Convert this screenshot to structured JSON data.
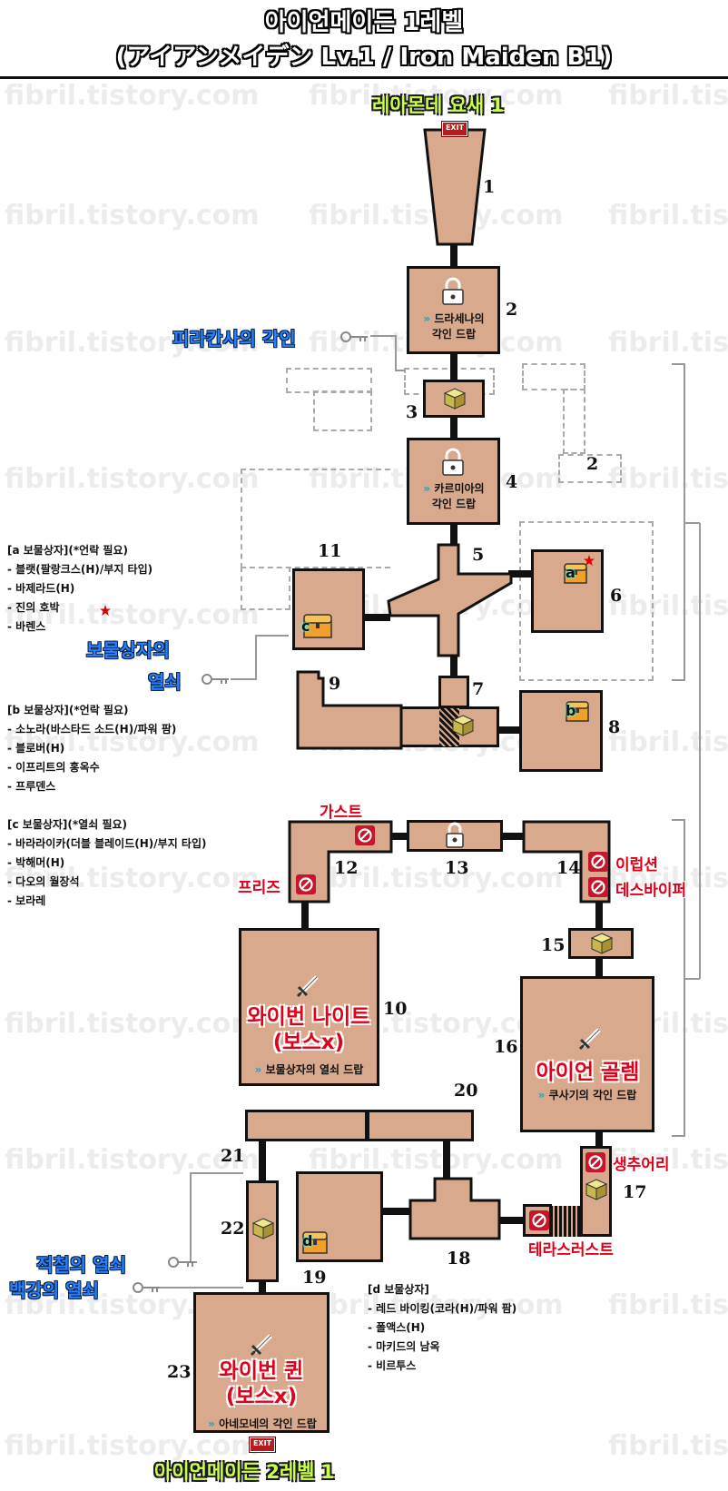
{
  "title": {
    "line1": "아이언메이든 1레벨",
    "line2": "(アイアンメイデン Lv.1 / Iron Maiden B1)"
  },
  "watermark": "fibril.tistory.com",
  "labels": {
    "top_area": "레아몬데 요새 1",
    "bottom_area": "아이언메이든 2레벨 1",
    "picaransa_sigil": "피라칸사의 각인",
    "chest_key_line1": "보물상자의",
    "chest_key_line2": "열쇠",
    "steel_key": "적철의 열쇠",
    "white_steel_key": "백강의 열쇠",
    "exit_text": "EXIT"
  },
  "rooms": {
    "r1": "1",
    "r2": "2",
    "r3": "3",
    "r4": "4",
    "r5": "5",
    "r6": "6",
    "r7": "7",
    "r8": "8",
    "r9": "9",
    "r10": "10",
    "r11": "11",
    "r12": "12",
    "r13": "13",
    "r14": "14",
    "r15": "15",
    "r16": "16",
    "r17": "17",
    "r18": "18",
    "r19": "19",
    "r20": "20",
    "r21": "21",
    "r22": "22",
    "r23": "23",
    "dashed2": "2"
  },
  "drops": {
    "arrow": "»",
    "r2_line1": "드라세나의",
    "r2_line2": "각인 드랍",
    "r4_line1": "카르미아의",
    "r4_line2": "각인 드랍",
    "r10": "보물상자의 열쇠 드랍",
    "r16": "쿠사기의 각인 드랍",
    "r23": "아네모네의 각인 드랍"
  },
  "bosses": {
    "wyvern_knight_line1": "와이번 나이트",
    "wyvern_knight_line2": "(보스x)",
    "iron_golem": "아이언 골렘",
    "wyvern_queen_line1": "와이번 퀸",
    "wyvern_queen_line2": "(보스x)"
  },
  "enemies": {
    "ghost": "가스트",
    "freeze": "프리즈",
    "ilrapseon": "이럽션",
    "death_viper": "데스바이퍼",
    "raw_head": "생추어리",
    "terrastrust": "테라스러스트"
  },
  "chests": {
    "a": "a",
    "b": "b",
    "c": "c",
    "d": "d"
  },
  "chest_lists": {
    "a": {
      "header": "[a 보물상자](*언락 필요)",
      "items": [
        "- 블랫(팔랑크스(H)/부지 타입)",
        "- 바제라드(H)",
        "- 진의 호박",
        "- 바렌스"
      ]
    },
    "b": {
      "header": "[b 보물상자](*언락 필요)",
      "items": [
        "- 소노라(바스타드 소드(H)/파워 팜)",
        "- 블로버(H)",
        "- 이프리트의 홍옥수",
        "- 프루덴스"
      ]
    },
    "c": {
      "header": "[c 보물상자](*열쇠 필요)",
      "items": [
        "- 바라라이카(더블 블레이드(H)/부지 타입)",
        "- 박해머(H)",
        "- 다오의 월장석",
        "- 보라레"
      ]
    },
    "d": {
      "header": "[d 보물상자]",
      "items": [
        "- 레드 바이킹(코라(H)/파워 팜)",
        "- 폴액스(H)",
        "- 마키드의 남옥",
        "- 비르투스"
      ]
    }
  },
  "colors": {
    "room_fill": "#d8a98d",
    "line": "#111111",
    "boss_red": "#e0001a",
    "label_blue": "#2a7fff",
    "label_green": "#c9ff4a",
    "exit_red": "#b71c1c"
  },
  "icons": [
    "lock-icon",
    "cube-icon",
    "chest-icon",
    "sword-icon",
    "key-icon",
    "no-entry-icon",
    "exit-icon"
  ]
}
